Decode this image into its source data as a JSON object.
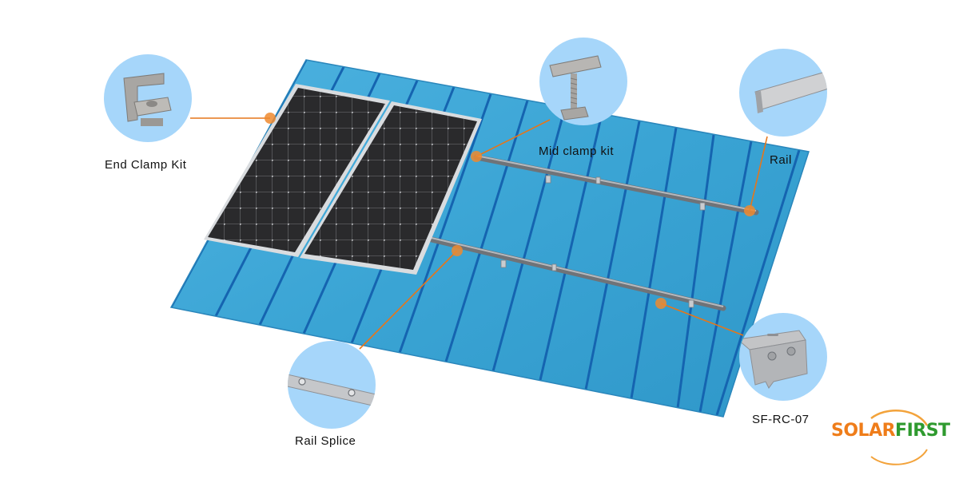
{
  "diagram": {
    "subject": "Metal roof solar mounting system",
    "colors": {
      "roof": "#3aa4d4",
      "roof_seam": "#1564b0",
      "callout_circle": "#a6d6fa",
      "leader_line": "#e5761a",
      "panel_cell": "#2b2b2d",
      "rail": "#8d9196"
    },
    "callouts": [
      {
        "id": "end-clamp",
        "label": "End Clamp Kit"
      },
      {
        "id": "mid-clamp",
        "label": "Mid clamp kit"
      },
      {
        "id": "rail",
        "label": "Rail"
      },
      {
        "id": "rail-splice",
        "label": "Rail Splice"
      },
      {
        "id": "roof-clamp",
        "label": "SF-RC-07"
      }
    ],
    "components_visible": {
      "solar_panels": 2,
      "rails": 2
    }
  },
  "brand": {
    "part1": "SOLAR",
    "part2": "FIRST"
  }
}
